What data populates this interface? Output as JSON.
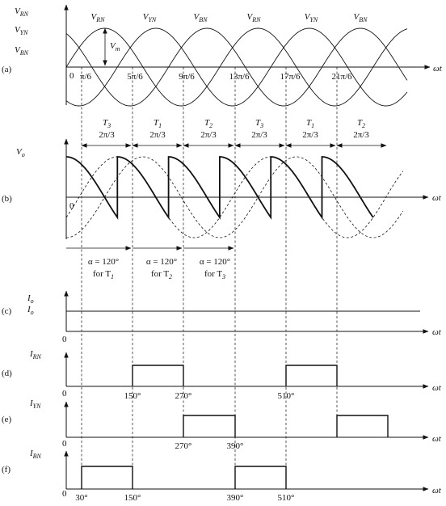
{
  "panels": {
    "a": {
      "tag": "(a)",
      "y_labels": [
        "V",
        "V",
        "V"
      ],
      "y_label_subs": [
        "RN",
        "YN",
        "BN"
      ],
      "curve_labels": [
        "V",
        "V",
        "V",
        "V",
        "V",
        "V"
      ],
      "curve_label_subs": [
        "RN",
        "YN",
        "BN",
        "RN",
        "YN",
        "BN"
      ],
      "vm": "V",
      "vm_sub": "m",
      "origin": "0",
      "ticks": [
        "π/6",
        "5π/6",
        "9π/6",
        "13π/6",
        "17π/6",
        "21π/6"
      ],
      "x_axis": "ωt"
    },
    "intervals": {
      "thyristors": [
        "T",
        "T",
        "T",
        "T",
        "T",
        "T"
      ],
      "thyristor_subs": [
        "3",
        "1",
        "2",
        "3",
        "1",
        "2"
      ],
      "width": "2π/3"
    },
    "b": {
      "tag": "(b)",
      "y_label": "V",
      "y_label_sub": "o",
      "origin": "0",
      "x_axis": "ωt",
      "alpha_lines": [
        "α = 120°",
        "α = 120°",
        "α = 120°"
      ],
      "alpha_for": [
        "for T",
        "for T",
        "for T"
      ],
      "alpha_for_subs": [
        "1",
        "2",
        "3"
      ]
    },
    "c": {
      "tag": "(c)",
      "y_label": "I",
      "y_label_sub": "o",
      "level_label": "I",
      "level_label_sub": "o",
      "origin": "0",
      "x_axis": "ωt"
    },
    "d": {
      "tag": "(d)",
      "y_label": "I",
      "y_label_sub": "RN",
      "origin": "0",
      "x_axis": "ωt",
      "angles": [
        "150°",
        "270°",
        "510°"
      ]
    },
    "e": {
      "tag": "(e)",
      "y_label": "I",
      "y_label_sub": "YN",
      "origin": "0",
      "x_axis": "ωt",
      "angles": [
        "270°",
        "390°"
      ]
    },
    "f": {
      "tag": "(f)",
      "y_label": "I",
      "y_label_sub": "BN",
      "origin": "0",
      "x_axis": "ωt",
      "angles": [
        "30°",
        "150°",
        "390°",
        "510°"
      ]
    }
  }
}
